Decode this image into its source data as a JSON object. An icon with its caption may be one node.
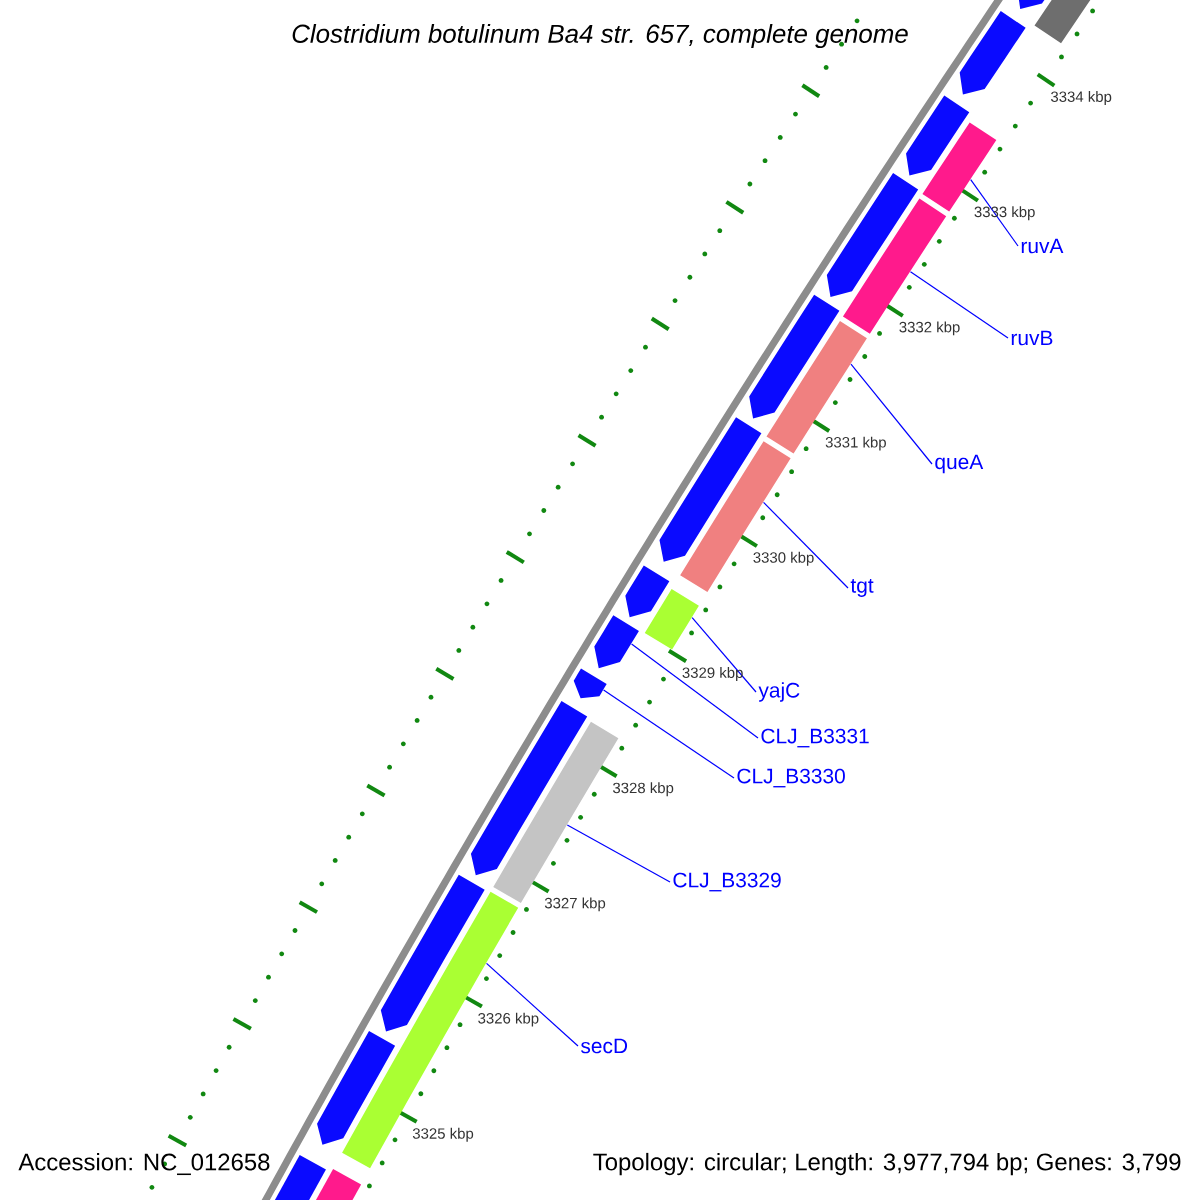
{
  "diagram": {
    "title": "Clostridium botulinum Ba4 str. 657, complete genome",
    "nodes": [
      {
        "text": [
          "ruvA"
        ]
      },
      {
        "text": [
          "ruvB"
        ]
      },
      {
        "text": [
          "queA"
        ]
      },
      {
        "text": [
          "tgt"
        ]
      },
      {
        "text": [
          "yajC"
        ]
      },
      {
        "text": [
          "CLJ_B3331"
        ]
      },
      {
        "text": [
          "CLJ_B3330"
        ]
      },
      {
        "text": [
          "CLJ_B3329"
        ]
      },
      {
        "text": [
          "secD"
        ]
      },
      {
        "text": [],
        "shape": "arrow"
      },
      {
        "text": [],
        "shape": "bar"
      },
      {
        "text": [],
        "shape": "arrow"
      },
      {
        "text": [],
        "shape": "arrow"
      },
      {
        "text": [],
        "shape": "bar"
      },
      {
        "text": [],
        "shape": "arrow"
      },
      {
        "text": [],
        "shape": "bar"
      },
      {
        "text": [],
        "shape": "arrow"
      },
      {
        "text": [],
        "shape": "bar"
      },
      {
        "text": [],
        "shape": "arrow"
      },
      {
        "text": [],
        "shape": "bar"
      },
      {
        "text": [],
        "shape": "arrow"
      },
      {
        "text": [],
        "shape": "bar"
      },
      {
        "text": [],
        "shape": "arrow"
      },
      {
        "text": [],
        "shape": "arrow"
      },
      {
        "text": [],
        "shape": "arrow"
      },
      {
        "text": [],
        "shape": "bar"
      },
      {
        "text": [],
        "shape": "arrow"
      },
      {
        "text": [],
        "shape": "bar"
      },
      {
        "text": [],
        "shape": "arrow"
      },
      {
        "text": [],
        "shape": "arrow"
      },
      {
        "text": [],
        "shape": "bar"
      }
    ],
    "edges": [
      {
        "from": 0,
        "to": 13,
        "arrow": "none"
      },
      {
        "from": 1,
        "to": 15,
        "arrow": "none"
      },
      {
        "from": 2,
        "to": 17,
        "arrow": "none"
      },
      {
        "from": 3,
        "to": 19,
        "arrow": "none"
      },
      {
        "from": 4,
        "to": 21,
        "arrow": "none"
      },
      {
        "from": 5,
        "to": 22,
        "arrow": "none"
      },
      {
        "from": 6,
        "to": 23,
        "arrow": "none"
      },
      {
        "from": 7,
        "to": 25,
        "arrow": "none"
      },
      {
        "from": 8,
        "to": 27,
        "arrow": "none"
      }
    ],
    "labels": [
      "3334 kbp",
      "3333 kbp",
      "3332 kbp",
      "3331 kbp",
      "3330 kbp",
      "3329 kbp",
      "3328 kbp",
      "3327 kbp",
      "3326 kbp",
      "3325 kbp",
      "Accession: NC_012658",
      "Topology: circular; Length: 3,977,794 bp; Genes: 3,799"
    ]
  }
}
